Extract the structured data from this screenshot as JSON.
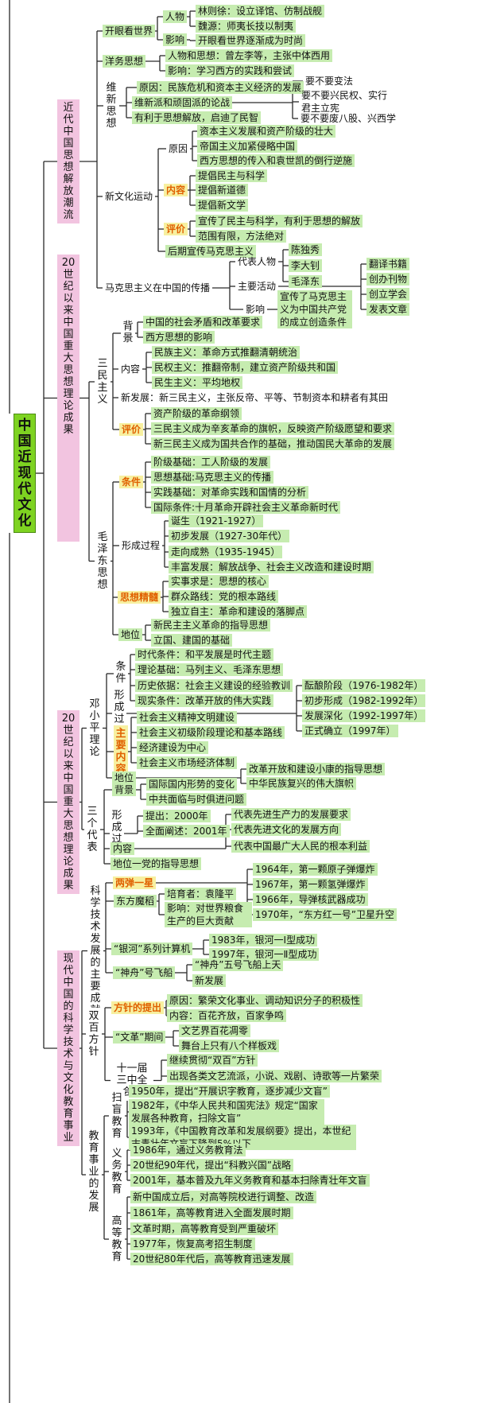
{
  "root": "中国近现代文化",
  "sections": [
    {
      "label": "近代中国思想解放潮流",
      "children": [
        {
          "label": "开眼看世界",
          "children": [
            {
              "label": "人物",
              "children": [
                {
                  "label": "林则徐：设立译馆、仿制战舰"
                },
                {
                  "label": "魏源：师夷长技以制夷"
                }
              ]
            },
            {
              "label": "影响",
              "children": [
                {
                  "label": "开眼看世界逐渐成为时尚"
                }
              ]
            }
          ]
        },
        {
          "label": "洋务思想",
          "children": [
            {
              "label": "人物和思想：曾左李等，主张中体西用"
            },
            {
              "label": "影响：学习西方的实践和尝试"
            }
          ]
        },
        {
          "label": "维新思想",
          "children": [
            {
              "label": "原因：民族危机和资本主义经济的发展"
            },
            {
              "label": "维新派和顽固派的论战",
              "children": [
                {
                  "label": "要不要变法"
                },
                {
                  "label": "要不要兴民权、实行君主立宪"
                },
                {
                  "label": "要不要废八股、兴西学"
                }
              ]
            },
            {
              "label": "有利于思想解放，启迪了民智"
            }
          ]
        },
        {
          "label": "新文化运动",
          "children": [
            {
              "label": "原因",
              "children": [
                {
                  "label": "资本主义发展和资产阶级的壮大"
                },
                {
                  "label": "帝国主义加紧侵略中国"
                },
                {
                  "label": "西方思想的传入和袁世凯的倒行逆施"
                }
              ]
            },
            {
              "label": "内容",
              "children": [
                {
                  "label": "提倡民主与科学"
                },
                {
                  "label": "提倡新道德"
                },
                {
                  "label": "提倡新文学"
                }
              ]
            },
            {
              "label": "评价",
              "children": [
                {
                  "label": "宣传了民主与科学，有利于思想的解放"
                },
                {
                  "label": "范围有限，方法绝对"
                }
              ]
            },
            {
              "label": "后期宣传马克思主义"
            }
          ]
        },
        {
          "label": "马克思主义在中国的传播",
          "children": [
            {
              "label": "代表人物",
              "children": [
                {
                  "label": "陈独秀"
                },
                {
                  "label": "李大钊"
                },
                {
                  "label": "毛泽东"
                }
              ]
            },
            {
              "label": "主要活动",
              "children": [
                {
                  "label": "翻译书籍"
                },
                {
                  "label": "创办刊物"
                },
                {
                  "label": "创立学会"
                },
                {
                  "label": "发表文章"
                }
              ]
            },
            {
              "label": "影响",
              "children": [
                {
                  "label": "宣传了马克思主义为中国共产党的成立创造条件"
                }
              ]
            }
          ]
        }
      ]
    },
    {
      "label": "20世纪以来中国重大思想理论成果",
      "children": [
        {
          "label": "三民主义",
          "children": [
            {
              "label": "背景",
              "children": [
                {
                  "label": "中国的社会矛盾和改革要求"
                },
                {
                  "label": "西方思想的影响"
                }
              ]
            },
            {
              "label": "内容",
              "children": [
                {
                  "label": "民族主义：革命方式推翻清朝统治"
                },
                {
                  "label": "民权主义：推翻帝制，建立资产阶级共和国"
                },
                {
                  "label": "民生主义：平均地权"
                }
              ]
            },
            {
              "label": "新发展：新三民主义，主张反帝、平等、节制资本和耕者有其田"
            },
            {
              "label": "评价",
              "children": [
                {
                  "label": "资产阶级的革命纲领"
                },
                {
                  "label": "三民主义成为辛亥革命的旗帜，反映资产阶级愿望和要求"
                },
                {
                  "label": "新三民主义成为国共合作的基础，推动国民大革命的发展"
                }
              ]
            }
          ]
        },
        {
          "label": "毛泽东思想",
          "children": [
            {
              "label": "条件",
              "children": [
                {
                  "label": "阶级基础：工人阶级的发展"
                },
                {
                  "label": "思想基础:马克思主义的传播"
                },
                {
                  "label": "实践基础：对革命实践和国情的分析"
                },
                {
                  "label": "国际条件:十月革命开辟社会主义革命新时代"
                }
              ]
            },
            {
              "label": "形成过程",
              "children": [
                {
                  "label": "诞生（1921-1927）"
                },
                {
                  "label": "初步发展（1927-30年代）"
                },
                {
                  "label": "走向成熟（1935-1945）"
                },
                {
                  "label": "丰富发展：解放战争、社会主义改造和建设时期"
                }
              ]
            },
            {
              "label": "思想精髓",
              "children": [
                {
                  "label": "实事求是：思想的核心"
                },
                {
                  "label": "群众路线：党的根本路线"
                },
                {
                  "label": "独立自主：革命和建设的落脚点"
                }
              ]
            },
            {
              "label": "地位",
              "children": [
                {
                  "label": "新民主主义革命的指导思想"
                },
                {
                  "label": "立国、建国的基础"
                }
              ]
            }
          ]
        }
      ]
    },
    {
      "label": "20世纪以来中国重大思想理论成果",
      "children": [
        {
          "label": "邓小平理论",
          "children": [
            {
              "label": "条件",
              "children": [
                {
                  "label": "时代条件：和平发展是时代主题"
                },
                {
                  "label": "理论基础：马列主义、毛泽东思想"
                },
                {
                  "label": "历史依据：社会主义建设的经验教训"
                },
                {
                  "label": "现实条件：改革开放的伟大实践"
                }
              ]
            },
            {
              "label": "形成过程",
              "children": [
                {
                  "label": "酝酿阶段（1976-1982年）"
                },
                {
                  "label": "初步形成（1982-1992年）"
                },
                {
                  "label": "发展深化（1992-1997年）"
                },
                {
                  "label": "正式确立（1997年）"
                }
              ]
            },
            {
              "label": "主要内容",
              "children": [
                {
                  "label": "社会主义精神文明建设"
                },
                {
                  "label": "社会主义初级阶段理论和基本路线"
                },
                {
                  "label": "经济建设为中心"
                },
                {
                  "label": "社会主义市场经济体制"
                }
              ]
            },
            {
              "label": "地位",
              "children": [
                {
                  "label": "改革开放和建设小康的指导思想"
                },
                {
                  "label": "中华民族复兴的伟大旗帜"
                }
              ]
            }
          ]
        },
        {
          "label": "三个代表",
          "children": [
            {
              "label": "背景",
              "children": [
                {
                  "label": "国际国内形势的变化"
                },
                {
                  "label": "中共面临与时俱进问题"
                }
              ]
            },
            {
              "label": "形成过程",
              "children": [
                {
                  "label": "提出：2000年"
                },
                {
                  "label": "全面阐述：2001年"
                }
              ]
            },
            {
              "label": "内容",
              "children": [
                {
                  "label": "代表先进生产力的发展要求"
                },
                {
                  "label": "代表先进文化的发展方向"
                },
                {
                  "label": "代表中国最广大人民的根本利益"
                }
              ]
            },
            {
              "label": "地位一党的指导思想"
            }
          ]
        }
      ]
    },
    {
      "label": "现代中国的科学技术与文化教育事业",
      "children": [
        {
          "label": "科学技术发展的主要成就",
          "children": [
            {
              "label": "两弹一星",
              "children": [
                {
                  "label": "1964年，第一颗原子弹爆炸"
                },
                {
                  "label": "1967年，第一颗氢弹爆炸"
                },
                {
                  "label": "1966年，导弹核武器成功"
                },
                {
                  "label": "1970年，“东方红一号”卫星升空"
                }
              ]
            },
            {
              "label": "东方魔稻",
              "children": [
                {
                  "label": "培育者：袁隆平"
                },
                {
                  "label": "影响：对世界粮食生产的巨大贡献"
                }
              ]
            },
            {
              "label": "“银河”系列计算机",
              "children": [
                {
                  "label": "1983年，银河一Ⅰ型成功"
                },
                {
                  "label": "1997年，银河一Ⅱ型成功"
                }
              ]
            },
            {
              "label": "“神舟”号飞船",
              "children": [
                {
                  "label": "“神舟”五号飞船上天"
                },
                {
                  "label": "新发展"
                }
              ]
            }
          ]
        },
        {
          "label": "双百方针",
          "children": [
            {
              "label": "方针的提出",
              "children": [
                {
                  "label": "原因：繁荣文化事业、调动知识分子的积极性"
                },
                {
                  "label": "内容：百花齐放，百家争鸣"
                }
              ]
            },
            {
              "label": "“文革”期间",
              "children": [
                {
                  "label": "文艺界百花凋零"
                },
                {
                  "label": "舞台上只有八个样板戏"
                }
              ]
            },
            {
              "label": "十一届三中全会后",
              "children": [
                {
                  "label": "继续贯彻“双百”方针"
                },
                {
                  "label": "出现各类文艺流派，小说、戏剧、诗歌等一片繁荣"
                }
              ]
            }
          ]
        },
        {
          "label": "教育事业的发展",
          "children": [
            {
              "label": "扫盲教育",
              "children": [
                {
                  "label": "1950年，提出“开展识字教育，逐步减少文盲”"
                },
                {
                  "label": "1982年，《中华人民共和国宪法》规定“国家发展各种教育，扫除文盲”"
                },
                {
                  "label": "1993年，《中国教育改革和发展纲要》提出，本世纪末青壮年文盲下降到5%以下"
                }
              ]
            },
            {
              "label": "义务教育",
              "children": [
                {
                  "label": "1986年，通过义务教育法"
                },
                {
                  "label": "20世纪90年代，提出“科教兴国”战略"
                },
                {
                  "label": "2001年，基本普及九年义务教育和基本扫除青壮年文盲"
                }
              ]
            },
            {
              "label": "高等教育",
              "children": [
                {
                  "label": "新中国成立后，对高等院校进行调整、改造"
                },
                {
                  "label": "1861年，高等教育进入全面发展时期"
                },
                {
                  "label": "文革时期，高等教育受到严重破坏"
                },
                {
                  "label": "1977年，恢复高考招生制度"
                },
                {
                  "label": "20世纪80年代后，高等教育迅速发展"
                }
              ]
            }
          ]
        }
      ]
    }
  ]
}
